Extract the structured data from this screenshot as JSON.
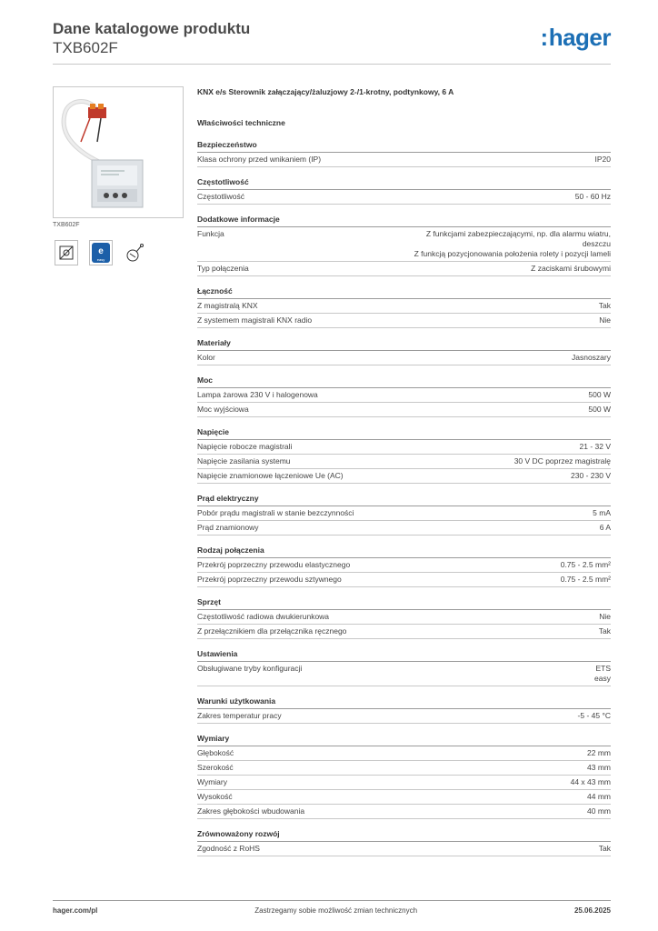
{
  "header": {
    "title": "Dane katalogowe produktu",
    "product_code": "TXB602F",
    "logo_text": "hager",
    "logo_color": "#1c6fb5"
  },
  "sidebar": {
    "photo_caption": "TXB602F",
    "cert_icons": [
      "cableless-icon",
      "knx-easy-icon",
      "bulb-connector-icon"
    ],
    "cert_badge_text": "easy"
  },
  "product_title": "KNX e/s Sterownik załączający/żaluzjowy 2-/1-krotny, podtynkowy, 6 A",
  "tech_heading": "Właściwości techniczne",
  "sections": [
    {
      "title": "Bezpieczeństwo",
      "rows": [
        {
          "label": "Klasa ochrony przed wnikaniem (IP)",
          "value": "IP20"
        }
      ]
    },
    {
      "title": "Częstotliwość",
      "rows": [
        {
          "label": "Częstotliwość",
          "value": "50 - 60 Hz"
        }
      ]
    },
    {
      "title": "Dodatkowe informacje",
      "rows": [
        {
          "label": "Funkcja",
          "value": "Z funkcjami zabezpieczającymi, np. dla alarmu wiatru,\ndeszczu\nZ funkcją pozycjonowania położenia rolety i pozycji lameli"
        },
        {
          "label": "Typ połączenia",
          "value": "Z zaciskami śrubowymi"
        }
      ]
    },
    {
      "title": "Łączność",
      "rows": [
        {
          "label": "Z magistralą KNX",
          "value": "Tak"
        },
        {
          "label": "Z systemem magistrali KNX radio",
          "value": "Nie"
        }
      ]
    },
    {
      "title": "Materiały",
      "rows": [
        {
          "label": "Kolor",
          "value": "Jasnoszary"
        }
      ]
    },
    {
      "title": "Moc",
      "rows": [
        {
          "label": "Lampa żarowa 230 V i halogenowa",
          "value": "500 W"
        },
        {
          "label": "Moc wyjściowa",
          "value": "500 W"
        }
      ]
    },
    {
      "title": "Napięcie",
      "rows": [
        {
          "label": "Napięcie robocze magistrali",
          "value": "21 - 32 V"
        },
        {
          "label": "Napięcie zasilania systemu",
          "value": "30 V DC poprzez magistralę"
        },
        {
          "label": "Napięcie znamionowe łączeniowe Ue (AC)",
          "value": "230 - 230 V"
        }
      ]
    },
    {
      "title": "Prąd elektryczny",
      "rows": [
        {
          "label": "Pobór prądu magistrali w stanie bezczynności",
          "value": "5 mA"
        },
        {
          "label": "Prąd znamionowy",
          "value": "6 A"
        }
      ]
    },
    {
      "title": "Rodzaj połączenia",
      "rows": [
        {
          "label": "Przekrój poprzeczny przewodu elastycznego",
          "value": "0.75 - 2.5 mm²"
        },
        {
          "label": "Przekrój poprzeczny przewodu sztywnego",
          "value": "0.75 - 2.5 mm²"
        }
      ]
    },
    {
      "title": "Sprzęt",
      "rows": [
        {
          "label": "Częstotliwość radiowa dwukierunkowa",
          "value": "Nie"
        },
        {
          "label": "Z przełącznikiem dla przełącznika ręcznego",
          "value": "Tak"
        }
      ]
    },
    {
      "title": "Ustawienia",
      "rows": [
        {
          "label": "Obsługiwane tryby konfiguracji",
          "value": "ETS\neasy"
        }
      ]
    },
    {
      "title": "Warunki użytkowania",
      "rows": [
        {
          "label": "Zakres temperatur pracy",
          "value": "-5 - 45 °C"
        }
      ]
    },
    {
      "title": "Wymiary",
      "rows": [
        {
          "label": "Głębokość",
          "value": "22 mm"
        },
        {
          "label": "Szerokość",
          "value": "43 mm"
        },
        {
          "label": "Wymiary",
          "value": "44 x 43 mm"
        },
        {
          "label": "Wysokość",
          "value": "44 mm"
        },
        {
          "label": "Zakres głębokości wbudowania",
          "value": "40 mm"
        }
      ]
    },
    {
      "title": "Zrównoważony rozwój",
      "rows": [
        {
          "label": "Zgodność z RoHS",
          "value": "Tak"
        }
      ]
    }
  ],
  "footer": {
    "website": "hager.com/pl",
    "note": "Zastrzegamy sobie możliwość zmian technicznych",
    "date": "25.06.2025"
  }
}
